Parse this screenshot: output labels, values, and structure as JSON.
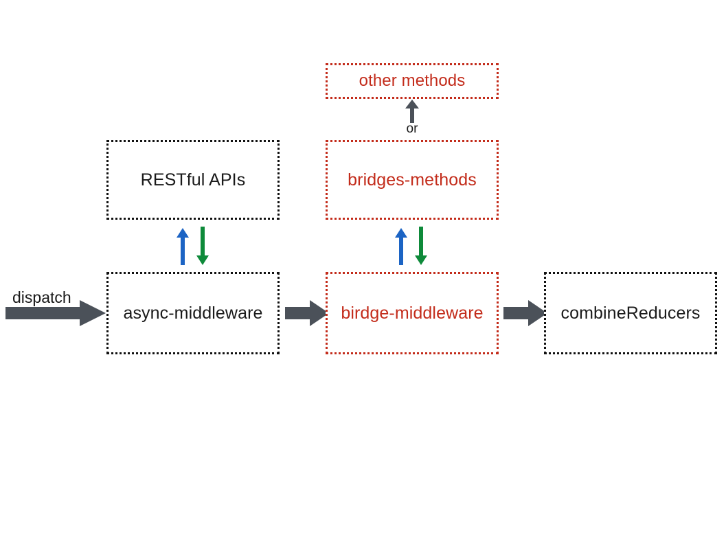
{
  "diagram": {
    "title_text": "redux middleware flow diagram",
    "colors": {
      "red": "#c32c1b",
      "black": "#111111",
      "gray_arrow": "#4b5159",
      "blue_arrow": "#1c64c4",
      "green_arrow": "#0e8a3a",
      "background": "#ffffff"
    },
    "nodes": {
      "other_methods": {
        "label": "other methods",
        "style": "red-dotted"
      },
      "bridges_methods": {
        "label": "bridges-methods",
        "style": "red-dotted"
      },
      "restful_apis": {
        "label": "RESTful APIs",
        "style": "black-dotted"
      },
      "async_middleware": {
        "label": "async-middleware",
        "style": "black-dotted"
      },
      "bridge_middleware": {
        "label": "birdge-middleware",
        "style": "red-dotted"
      },
      "combine_reducers": {
        "label": "combineReducers",
        "style": "black-dotted"
      }
    },
    "edges": {
      "dispatch": {
        "label": "dispatch",
        "direction": "right",
        "color": "gray"
      },
      "or": {
        "label": "or",
        "direction": "up",
        "color": "gray"
      },
      "async_to_bridge": {
        "label": "",
        "direction": "right",
        "color": "gray"
      },
      "bridge_to_combine": {
        "label": "",
        "direction": "right",
        "color": "gray"
      },
      "async_up": {
        "label": "",
        "direction": "up",
        "color": "blue"
      },
      "async_down": {
        "label": "",
        "direction": "down",
        "color": "green"
      },
      "bridge_up": {
        "label": "",
        "direction": "up",
        "color": "blue"
      },
      "bridge_down": {
        "label": "",
        "direction": "down",
        "color": "green"
      }
    }
  }
}
